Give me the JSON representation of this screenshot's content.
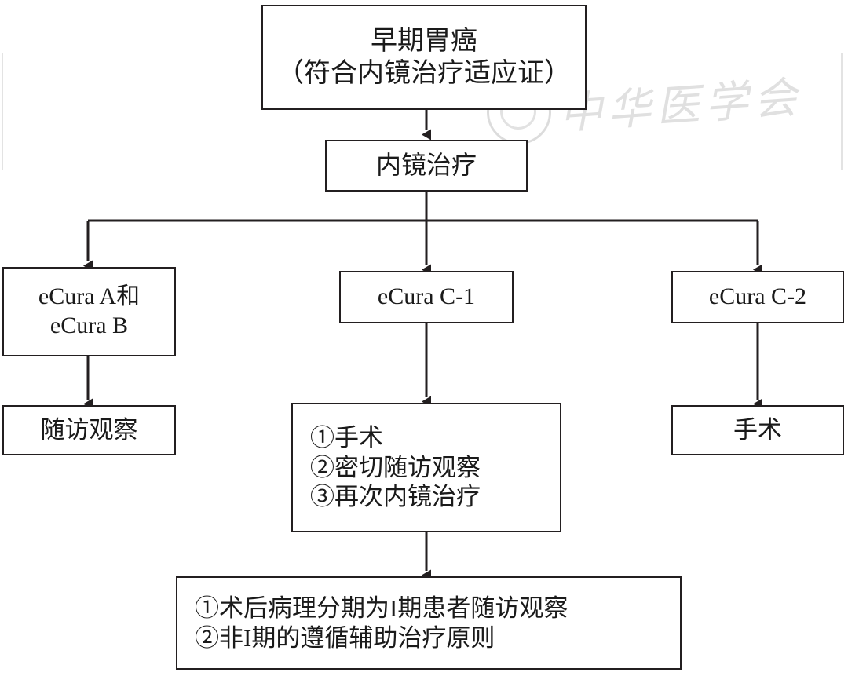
{
  "figure": {
    "type": "flowchart",
    "language": "zh-CN",
    "orientation": "top-down"
  },
  "watermark": {
    "text": "中华医学会",
    "seal_label": "seal-emblem"
  },
  "nodes": {
    "early_gastric_cancer": {
      "line1": "早期胃癌",
      "line2": "（符合内镜治疗适应证）"
    },
    "endoscopic_treatment": {
      "label": "内镜治疗"
    },
    "ecura_ab": {
      "line1": "eCura A和",
      "line2": "eCura B"
    },
    "ecura_c1": {
      "label": "eCura C-1"
    },
    "ecura_c2": {
      "label": "eCura C-2"
    },
    "followup_observation": {
      "label": "随访观察"
    },
    "surgery_right": {
      "label": "手术"
    },
    "c1_options": {
      "line1": "①手术",
      "line2": "②密切随访观察",
      "line3": "③再次内镜治疗"
    },
    "postoperative": {
      "line1": "①术后病理分期为I期患者随访观察",
      "line2": "②非I期的遵循辅助治疗原则"
    }
  },
  "colors": {
    "box_border": "#231f20",
    "connector": "#231f20",
    "text": "#1a1a1a",
    "background": "#ffffff",
    "watermark": "#e0e0e0"
  }
}
